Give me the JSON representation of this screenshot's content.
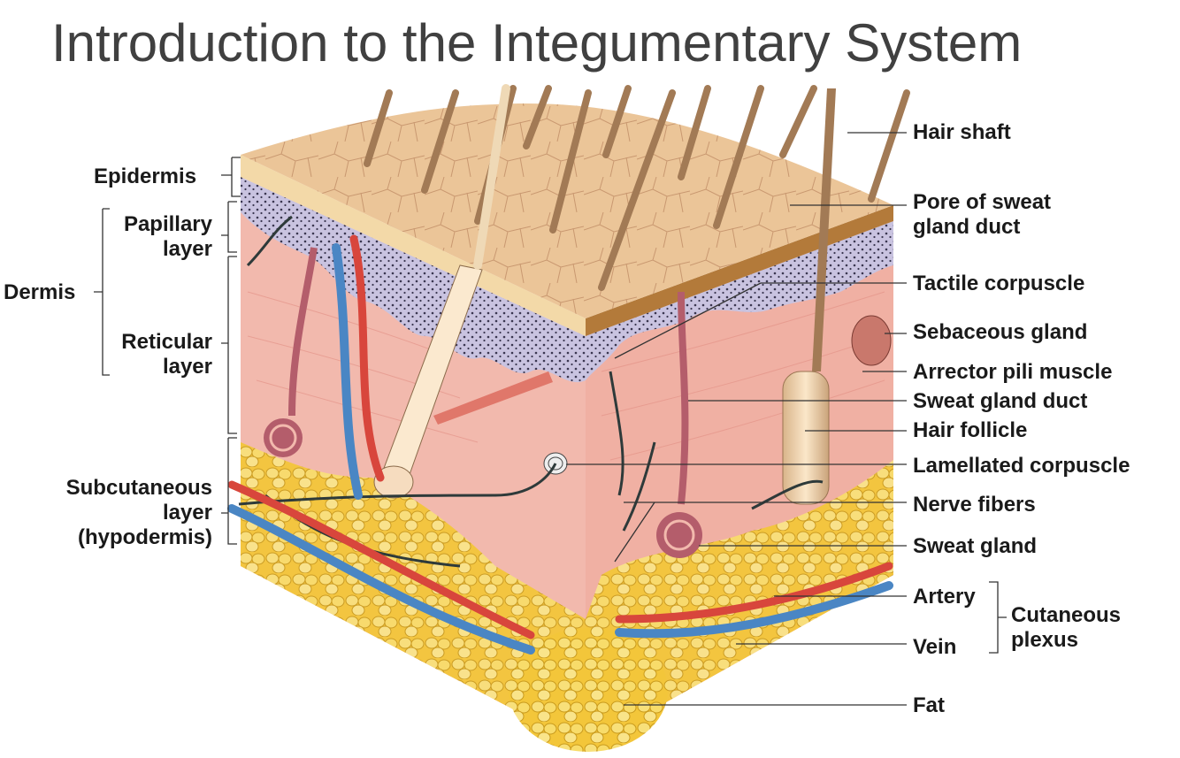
{
  "title": "Introduction to the Integumentary System",
  "left_labels": {
    "epidermis": "Epidermis",
    "papillary_1": "Papillary",
    "papillary_2": "layer",
    "dermis": "Dermis",
    "reticular_1": "Reticular",
    "reticular_2": "layer",
    "subcutaneous_1": "Subcutaneous",
    "subcutaneous_2": "layer",
    "subcutaneous_3": "(hypodermis)"
  },
  "right_labels": {
    "hair_shaft": "Hair shaft",
    "pore_1": "Pore of sweat",
    "pore_2": "gland duct",
    "tactile": "Tactile corpuscle",
    "sebaceous": "Sebaceous gland",
    "arrector": "Arrector pili muscle",
    "sweat_duct": "Sweat gland duct",
    "hair_follicle": "Hair follicle",
    "lamellated": "Lamellated corpuscle",
    "nerve_fibers": "Nerve fibers",
    "sweat_gland": "Sweat gland",
    "artery": "Artery",
    "vein": "Vein",
    "cutaneous_1": "Cutaneous",
    "cutaneous_2": "plexus",
    "fat": "Fat"
  },
  "colors": {
    "skin_surface": "#e8c193",
    "epidermis_layer": "#c9c3e0",
    "dermis": "#f0b3a8",
    "fat": "#f6d24a",
    "artery": "#d8463c",
    "vein": "#4a86c4",
    "hair": "#a27a55",
    "nerve": "#2e3a3a"
  }
}
